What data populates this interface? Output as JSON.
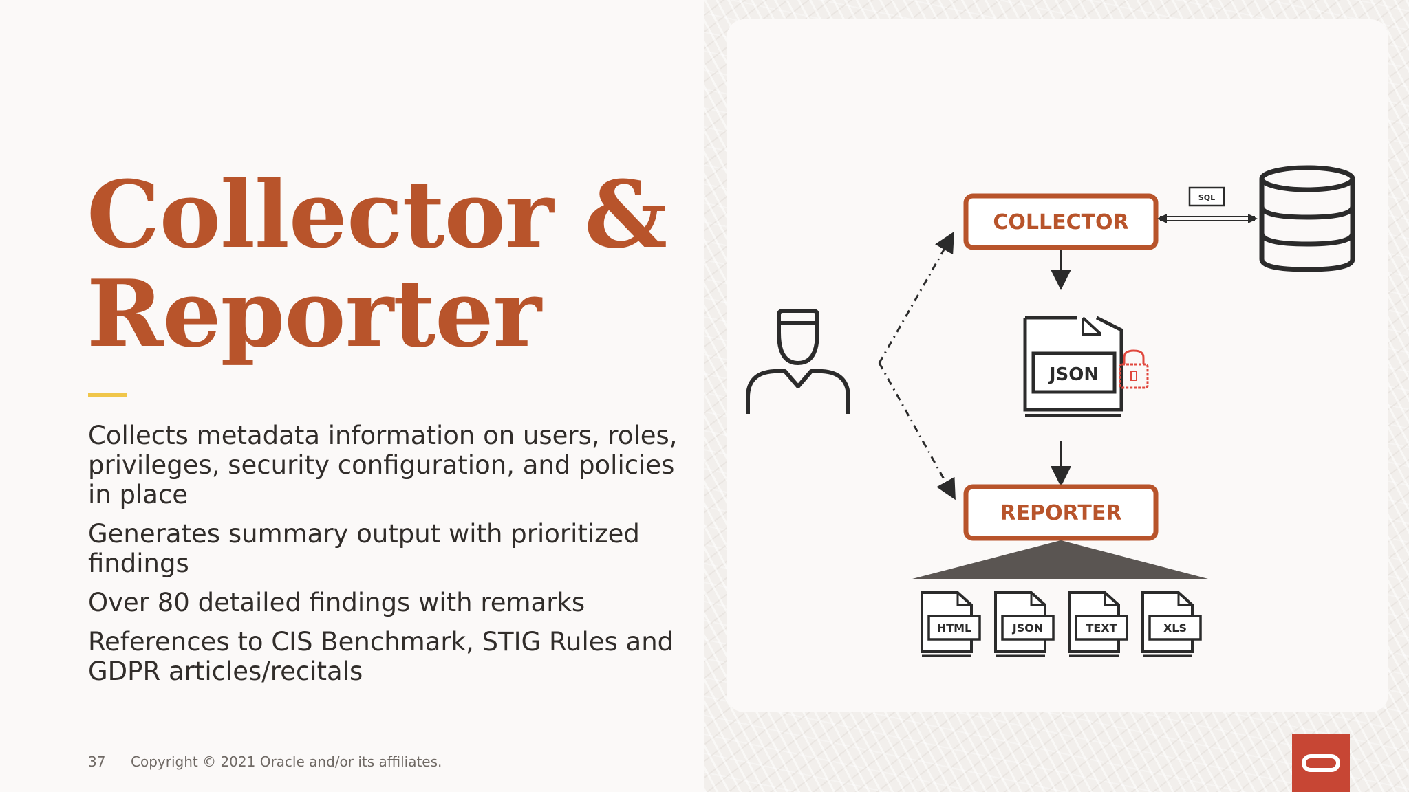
{
  "slide": {
    "title_lines": [
      "Collector &",
      "Reporter"
    ],
    "bullets": [
      "Collects metadata information on users, roles, privileges, security configuration, and policies in place",
      "Generates summary output with prioritized findings",
      "Over 80 detailed findings with remarks",
      "References to CIS Benchmark, STIG Rules and GDPR articles/recitals"
    ],
    "page_number": "37",
    "copyright": "Copyright © 2021 Oracle and/or its affiliates."
  },
  "diagram": {
    "collector_label": "COLLECTOR",
    "reporter_label": "REPORTER",
    "sql_label": "SQL",
    "json_label": "JSON",
    "output_files": [
      "HTML",
      "JSON",
      "TEXT",
      "XLS"
    ]
  },
  "colors": {
    "accent": "#b8542b",
    "rule": "#f0c64a",
    "text": "#312d2a",
    "oracle_red": "#c74634",
    "lock_red": "#e0483e"
  },
  "icons": [
    "user-icon",
    "database-icon",
    "lock-icon",
    "document-icon",
    "oracle-logo"
  ]
}
